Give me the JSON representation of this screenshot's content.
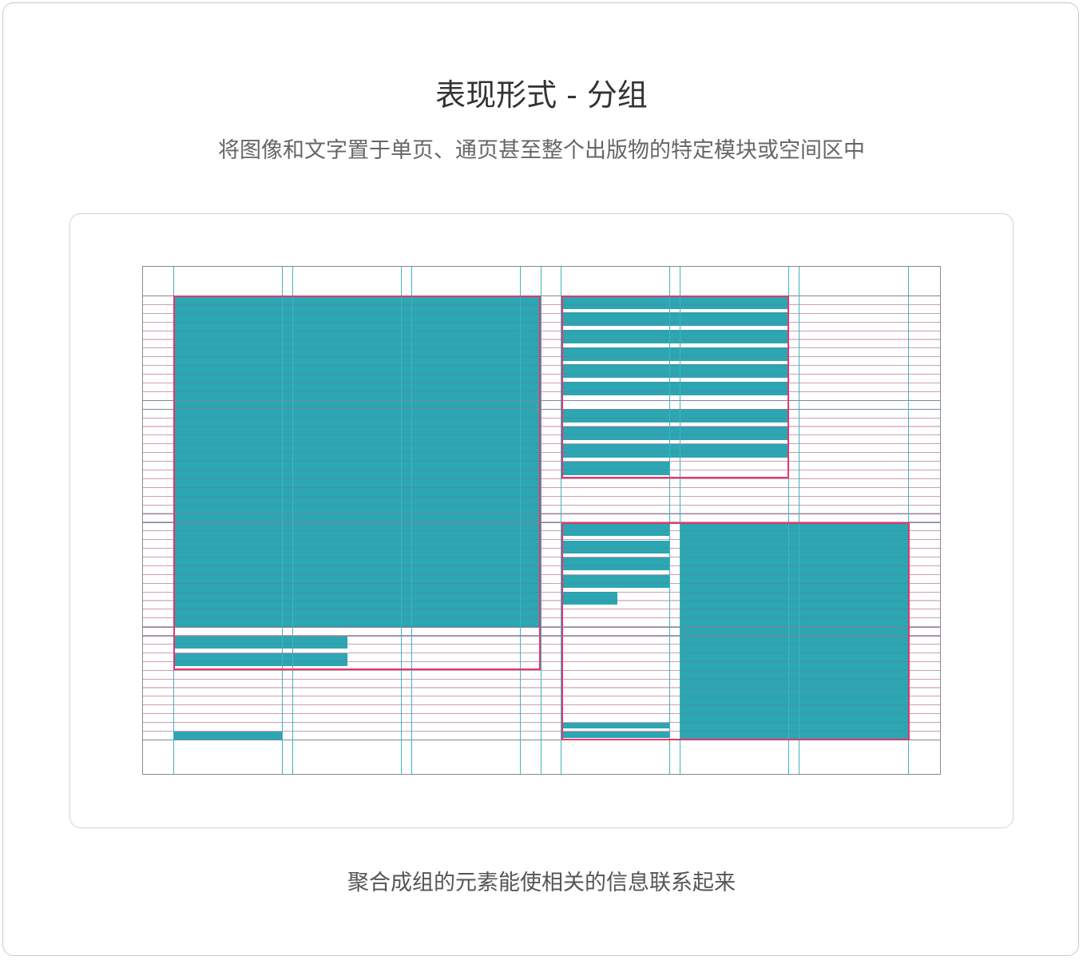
{
  "title": "表现形式 - 分组",
  "subtitle": "将图像和文字置于单页、通页甚至整个出版物的特定模块或空间区中",
  "caption": "聚合成组的元素能使相关的信息联系起来",
  "colors": {
    "block": "#2ba6b2",
    "group_border": "#e8356a",
    "column_line": "#3fb4c0",
    "row_line": "#7a8a9a",
    "baseline": "#f7b8cc",
    "page_border": "#8a8a8a"
  }
}
